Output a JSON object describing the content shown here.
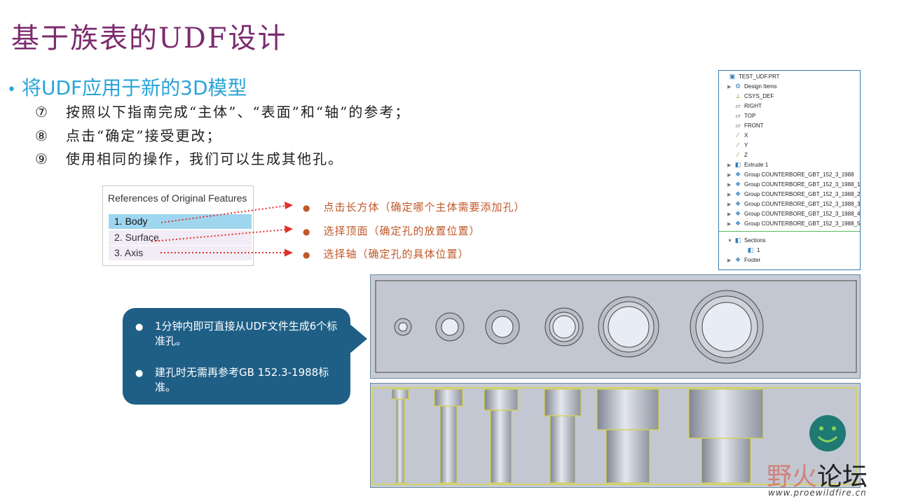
{
  "slide": {
    "title": "基于族表的UDF设计",
    "bullet": "将UDF应用于新的3D模型",
    "steps": [
      {
        "num": "⑦",
        "text": "按照以下指南完成“主体”、“表面”和“轴”的参考；"
      },
      {
        "num": "⑧",
        "text": "点击“确定”接受更改；"
      },
      {
        "num": "⑨",
        "text": "使用相同的操作，我们可以生成其他孔。"
      }
    ]
  },
  "references": {
    "header": "References of Original Features",
    "items": [
      "1. Body",
      "2. Surface",
      "3. Axis"
    ],
    "selected_index": 0
  },
  "notes": [
    "点击长方体（确定哪个主体需要添加孔）",
    "选择顶面（确定孔的放置位置）",
    "选择轴（确定孔的具体位置）"
  ],
  "model_tree": {
    "items": [
      {
        "label": "TEST_UDF.PRT",
        "icon": "part-icon",
        "expand": ""
      },
      {
        "label": "Design Items",
        "icon": "design-items-icon",
        "expand": "▶"
      },
      {
        "label": "CSYS_DEF",
        "icon": "csys-icon",
        "expand": ""
      },
      {
        "label": "RIGHT",
        "icon": "datum-plane-icon",
        "expand": ""
      },
      {
        "label": "TOP",
        "icon": "datum-plane-icon",
        "expand": ""
      },
      {
        "label": "FRONT",
        "icon": "datum-plane-icon",
        "expand": ""
      },
      {
        "label": "X",
        "icon": "axis-icon",
        "expand": ""
      },
      {
        "label": "Y",
        "icon": "axis-icon",
        "expand": ""
      },
      {
        "label": "Z",
        "icon": "axis-icon",
        "expand": ""
      },
      {
        "label": "Extrude 1",
        "icon": "extrude-icon",
        "expand": "▶"
      },
      {
        "label": "Group COUNTERBORE_GBT_152_3_1988",
        "icon": "group-icon",
        "expand": "▶"
      },
      {
        "label": "Group COUNTERBORE_GBT_152_3_1988_1",
        "icon": "group-icon",
        "expand": "▶"
      },
      {
        "label": "Group COUNTERBORE_GBT_152_3_1988_2",
        "icon": "group-icon",
        "expand": "▶"
      },
      {
        "label": "Group COUNTERBORE_GBT_152_3_1988_3",
        "icon": "group-icon",
        "expand": "▶"
      },
      {
        "label": "Group COUNTERBORE_GBT_152_3_1988_4",
        "icon": "group-icon",
        "expand": "▶"
      },
      {
        "label": "Group COUNTERBORE_GBT_152_3_1988_5",
        "icon": "group-icon",
        "expand": "▶"
      },
      {
        "label": "Sections",
        "icon": "sections-icon",
        "expand": "▼"
      },
      {
        "label": "1",
        "icon": "section-icon",
        "expand": ""
      },
      {
        "label": "Footer",
        "icon": "footer-icon",
        "expand": "▶"
      }
    ]
  },
  "callout": {
    "items": [
      "1分钟内即可直接从UDF文件生成6个标准孔。",
      "建孔时无需再参考GB 152.3-1988标准。"
    ]
  },
  "footer": {
    "brand_part1": "野火",
    "brand_part2": "论坛",
    "url": "www.proewildfire.cn"
  },
  "colors": {
    "title": "#7b2b6e",
    "bullet": "#2aa4d8",
    "note": "#c0582a",
    "callout": "#1f5f86",
    "tree_border": "#3d7ab1",
    "selected_row": "#9fd6ef"
  }
}
